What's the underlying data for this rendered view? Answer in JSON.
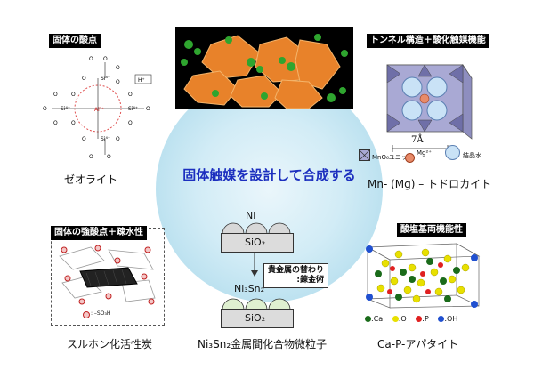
{
  "title": "固体触媒を設計して合成する",
  "zeolite": {
    "tag": "固体の酸点",
    "caption": "ゼオライト",
    "h_label": "H⁺",
    "al_label": "Al³⁺",
    "si_label": "Si⁴⁺",
    "o_label": "O"
  },
  "todorokite": {
    "tag": "トンネル構造＋酸化触媒機能",
    "caption": "Mn- (Mg) – トドロカイト",
    "dim": "7Å",
    "legend_unit": "MnO₆ユニット",
    "legend_mg": "Mg²⁺",
    "legend_water": "結晶水"
  },
  "ni": {
    "ni_label": "Ni",
    "sio2_top": "SiO₂",
    "sio2_bottom": "SiO₂",
    "ni3sn2_label": "Ni₃Sn₂",
    "note_line1": "貴金属の替わり",
    "note_line2": ":錬金術",
    "caption": "Ni₃Sn₂金属間化合物微粒子"
  },
  "carbon": {
    "tag": "固体の強酸点＋疎水性",
    "caption": "スルホン化活性炭",
    "legend": ": –SO₃H"
  },
  "apatite": {
    "tag": "酸塩基両機能性",
    "caption": "Ca-P-アパタイト",
    "legend": [
      {
        "label": ":Ca",
        "color": "#1a6b1a"
      },
      {
        "label": ":O",
        "color": "#e8e000"
      },
      {
        "label": ":P",
        "color": "#e02020"
      },
      {
        "label": ":OH",
        "color": "#2050d0"
      }
    ]
  }
}
